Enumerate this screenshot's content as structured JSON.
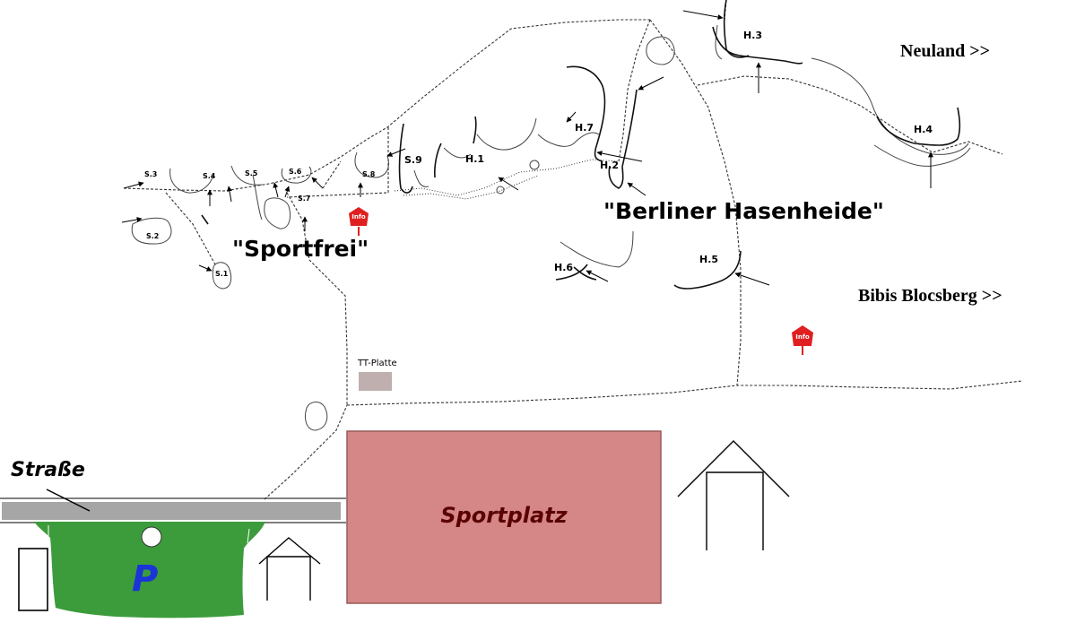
{
  "areas": {
    "sportfrei": "\"Sportfrei\"",
    "hasenheide": "\"Berliner Hasenheide\""
  },
  "directions": {
    "neuland": "Neuland >>",
    "bibis": "Bibis Blocsberg >>"
  },
  "sectors_s": [
    "S.1",
    "S.2",
    "S.3",
    "S.4",
    "S.5",
    "S.6",
    "S.7",
    "S.8",
    "S.9"
  ],
  "sectors_h": [
    "H.1",
    "H.2",
    "H.3",
    "H.4",
    "H.5",
    "H.6",
    "H.7"
  ],
  "info_label": "Info",
  "facilities": {
    "tt_platte": "TT-Platte",
    "sportplatz": "Sportplatz",
    "strasse": "Straße",
    "parking": "P"
  },
  "colors": {
    "parking_green": "#3c9c3c",
    "parking_blue": "#1a34d8",
    "sportplatz_fill": "#d58686",
    "sportplatz_text": "#5a0000",
    "info_red": "#e02020",
    "road_gray": "#a6a6a6",
    "tt_gray": "#bfafaf"
  }
}
